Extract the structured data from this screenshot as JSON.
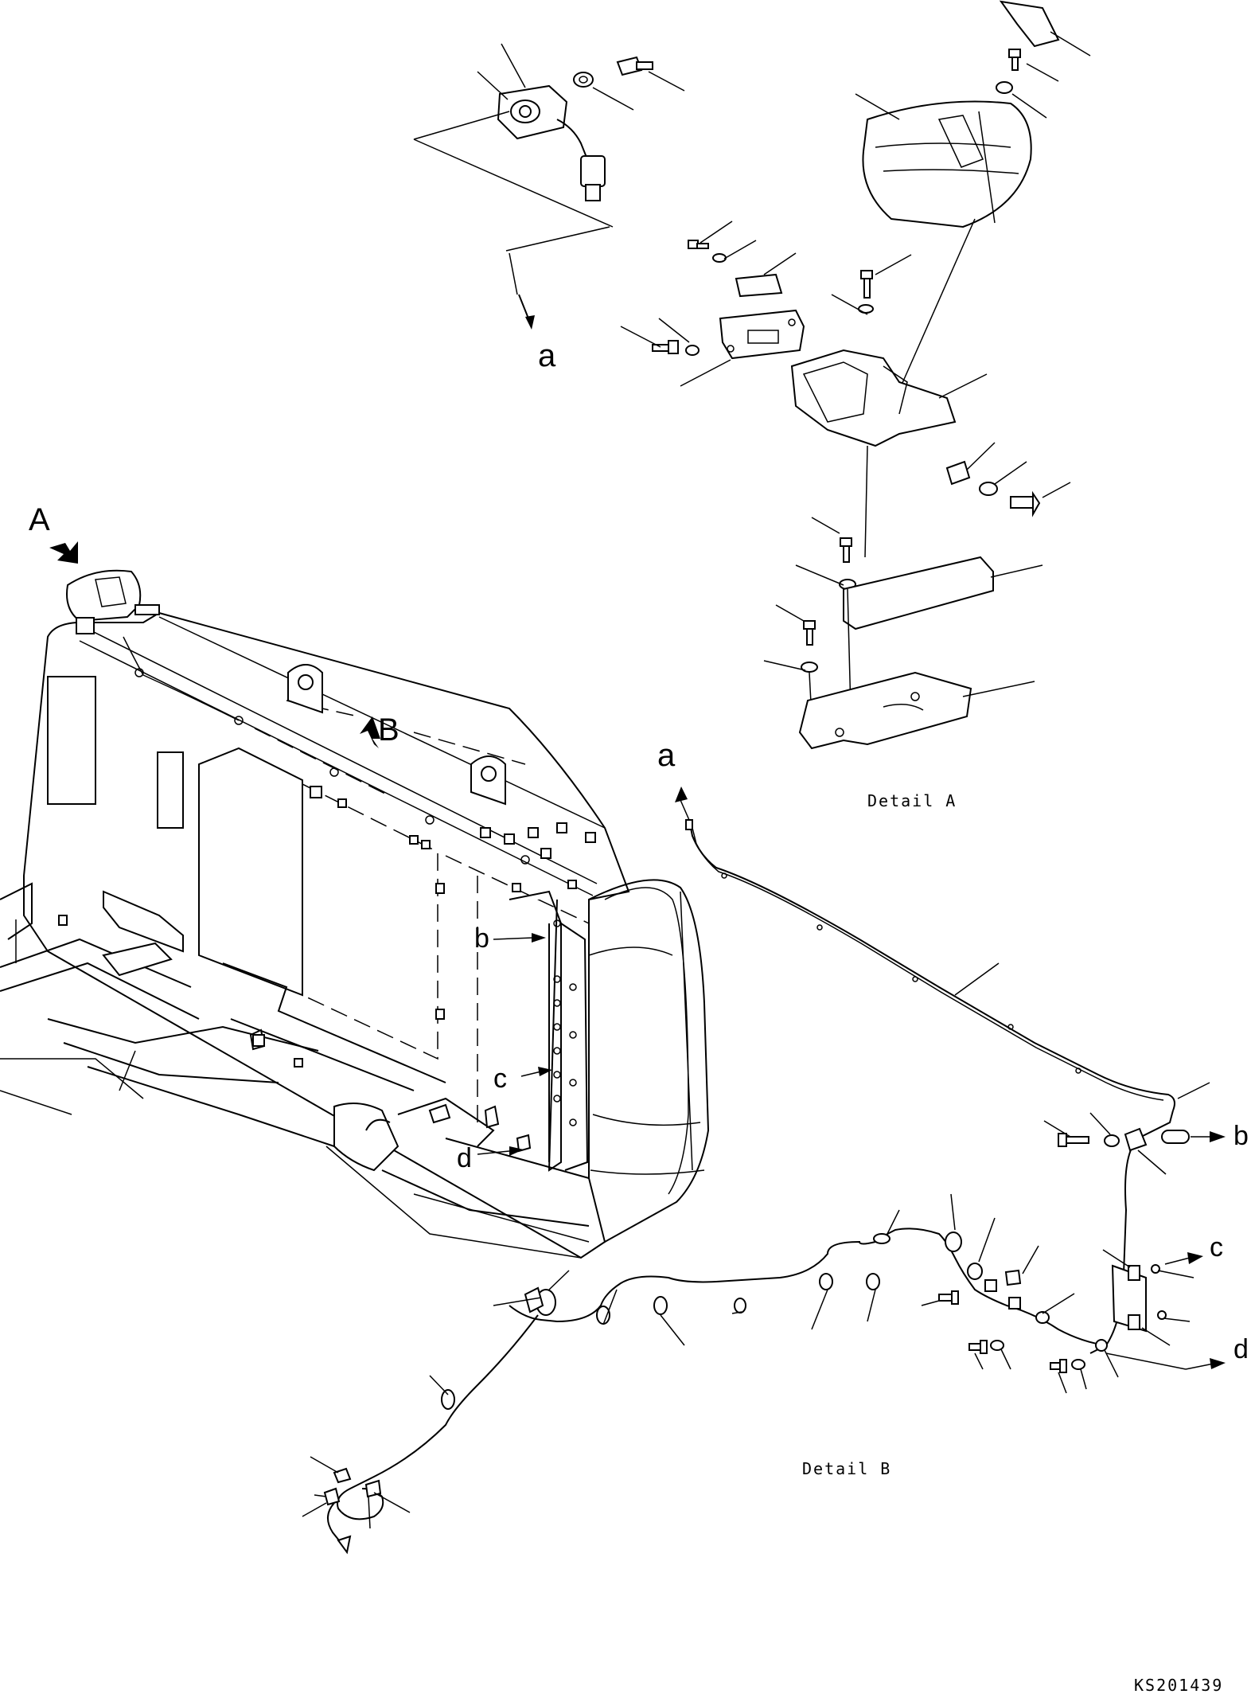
{
  "labels": {
    "view_a": "A",
    "view_b": "B",
    "ref_a_top": "a",
    "ref_a_mid": "a",
    "ref_b_left": "b",
    "ref_c_left": "c",
    "ref_d_left": "d",
    "ref_b_right": "b",
    "ref_c_right": "c",
    "ref_d_right": "d"
  },
  "captions": {
    "detail_a": "Detail A",
    "detail_b": "Detail B"
  },
  "drawing_number": "KS201439",
  "colors": {
    "line": "#000000",
    "background": "#ffffff"
  }
}
